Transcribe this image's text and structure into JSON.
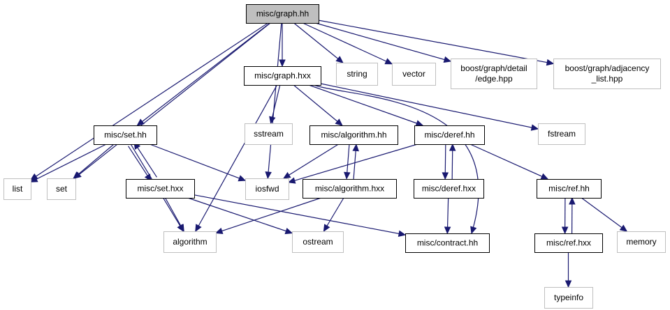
{
  "colors": {
    "edge": "#191970",
    "internal_border": "#000000",
    "external_border": "#bfbfbf",
    "root_fill": "#bfbfbf"
  },
  "nodes": [
    {
      "id": "graph_hh",
      "lines": [
        "misc/graph.hh"
      ],
      "kind": "root"
    },
    {
      "id": "graph_hxx",
      "lines": [
        "misc/graph.hxx"
      ],
      "kind": "internal"
    },
    {
      "id": "string",
      "lines": [
        "string"
      ],
      "kind": "external"
    },
    {
      "id": "vector",
      "lines": [
        "vector"
      ],
      "kind": "external"
    },
    {
      "id": "edge_hpp",
      "lines": [
        "boost/graph/detail",
        "/edge.hpp"
      ],
      "kind": "external"
    },
    {
      "id": "adj_hpp",
      "lines": [
        "boost/graph/adjacency",
        "_list.hpp"
      ],
      "kind": "external"
    },
    {
      "id": "set_hh",
      "lines": [
        "misc/set.hh"
      ],
      "kind": "internal"
    },
    {
      "id": "sstream",
      "lines": [
        "sstream"
      ],
      "kind": "external"
    },
    {
      "id": "algorithm_hh",
      "lines": [
        "misc/algorithm.hh"
      ],
      "kind": "internal"
    },
    {
      "id": "deref_hh",
      "lines": [
        "misc/deref.hh"
      ],
      "kind": "internal"
    },
    {
      "id": "fstream",
      "lines": [
        "fstream"
      ],
      "kind": "external"
    },
    {
      "id": "list",
      "lines": [
        "list"
      ],
      "kind": "external"
    },
    {
      "id": "set",
      "lines": [
        "set"
      ],
      "kind": "external"
    },
    {
      "id": "set_hxx",
      "lines": [
        "misc/set.hxx"
      ],
      "kind": "internal"
    },
    {
      "id": "iosfwd",
      "lines": [
        "iosfwd"
      ],
      "kind": "external"
    },
    {
      "id": "algorithm_hxx",
      "lines": [
        "misc/algorithm.hxx"
      ],
      "kind": "internal"
    },
    {
      "id": "deref_hxx",
      "lines": [
        "misc/deref.hxx"
      ],
      "kind": "internal"
    },
    {
      "id": "ref_hh",
      "lines": [
        "misc/ref.hh"
      ],
      "kind": "internal"
    },
    {
      "id": "algorithm",
      "lines": [
        "algorithm"
      ],
      "kind": "external"
    },
    {
      "id": "ostream",
      "lines": [
        "ostream"
      ],
      "kind": "external"
    },
    {
      "id": "contract_hh",
      "lines": [
        "misc/contract.hh"
      ],
      "kind": "internal"
    },
    {
      "id": "memory",
      "lines": [
        "memory"
      ],
      "kind": "external"
    },
    {
      "id": "ref_hxx",
      "lines": [
        "misc/ref.hxx"
      ],
      "kind": "internal"
    },
    {
      "id": "typeinfo",
      "lines": [
        "typeinfo"
      ],
      "kind": "external"
    }
  ],
  "edges": [
    {
      "from": "graph_hh",
      "to": "graph_hxx"
    },
    {
      "from": "graph_hh",
      "to": "string"
    },
    {
      "from": "graph_hh",
      "to": "vector"
    },
    {
      "from": "graph_hh",
      "to": "edge_hpp"
    },
    {
      "from": "graph_hh",
      "to": "adj_hpp"
    },
    {
      "from": "graph_hh",
      "to": "set_hh"
    },
    {
      "from": "graph_hh",
      "to": "list"
    },
    {
      "from": "graph_hh",
      "to": "set"
    },
    {
      "from": "graph_hh",
      "to": "iosfwd"
    },
    {
      "from": "graph_hxx",
      "to": "sstream"
    },
    {
      "from": "graph_hxx",
      "to": "algorithm_hh"
    },
    {
      "from": "graph_hxx",
      "to": "deref_hh"
    },
    {
      "from": "graph_hxx",
      "to": "fstream"
    },
    {
      "from": "graph_hxx",
      "to": "algorithm"
    },
    {
      "from": "graph_hxx",
      "to": "contract_hh"
    },
    {
      "from": "set_hh",
      "to": "list"
    },
    {
      "from": "set_hh",
      "to": "set"
    },
    {
      "from": "set_hh",
      "to": "set_hxx"
    },
    {
      "from": "set_hh",
      "to": "iosfwd"
    },
    {
      "from": "set_hh",
      "to": "algorithm"
    },
    {
      "from": "set_hxx",
      "to": "set_hh"
    },
    {
      "from": "set_hxx",
      "to": "algorithm"
    },
    {
      "from": "set_hxx",
      "to": "ostream"
    },
    {
      "from": "set_hxx",
      "to": "contract_hh"
    },
    {
      "from": "algorithm_hh",
      "to": "iosfwd"
    },
    {
      "from": "algorithm_hh",
      "to": "algorithm_hxx"
    },
    {
      "from": "algorithm_hxx",
      "to": "algorithm_hh"
    },
    {
      "from": "algorithm_hxx",
      "to": "algorithm"
    },
    {
      "from": "algorithm_hxx",
      "to": "ostream"
    },
    {
      "from": "deref_hh",
      "to": "iosfwd"
    },
    {
      "from": "deref_hh",
      "to": "deref_hxx"
    },
    {
      "from": "deref_hh",
      "to": "ref_hh"
    },
    {
      "from": "deref_hxx",
      "to": "deref_hh"
    },
    {
      "from": "deref_hxx",
      "to": "contract_hh"
    },
    {
      "from": "ref_hh",
      "to": "ref_hxx"
    },
    {
      "from": "ref_hh",
      "to": "memory"
    },
    {
      "from": "ref_hxx",
      "to": "ref_hh"
    },
    {
      "from": "ref_hxx",
      "to": "typeinfo"
    }
  ]
}
